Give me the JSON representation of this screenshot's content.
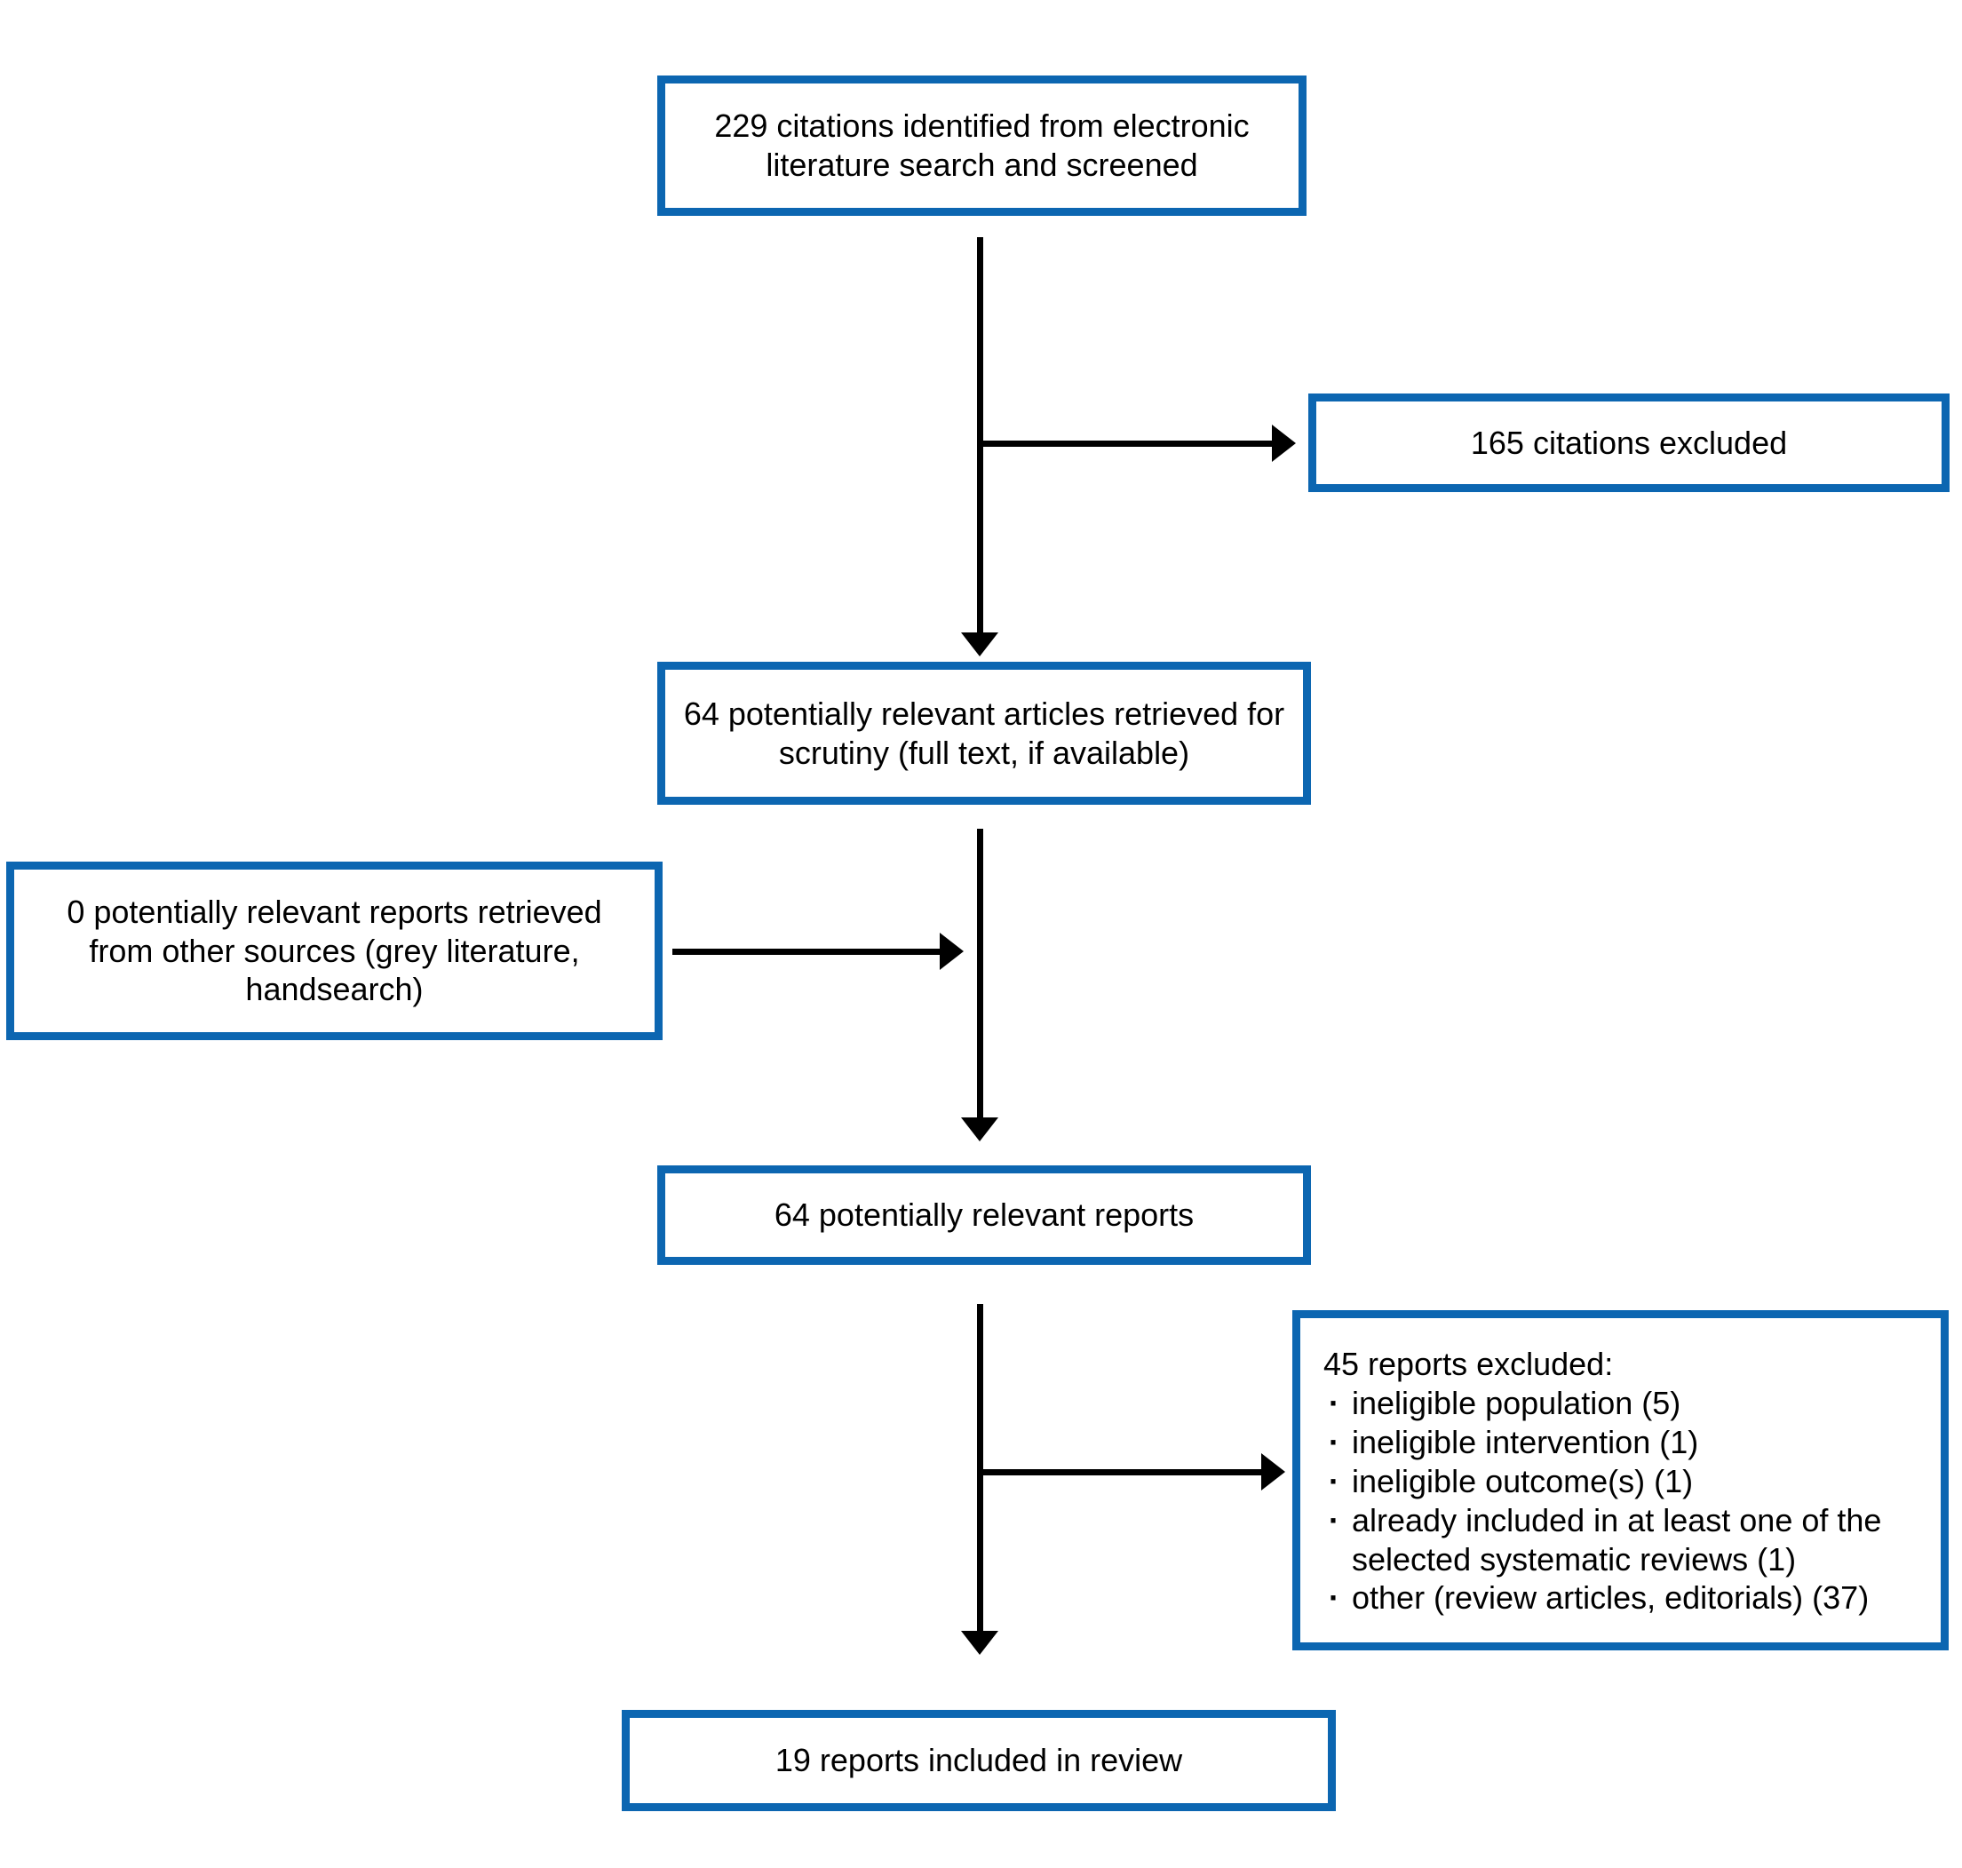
{
  "diagram": {
    "type": "flowchart",
    "accent_color": "#0c66b1",
    "line_color": "#000000",
    "boxes": {
      "identified": {
        "text": "229 citations identified from electronic literature search and screened"
      },
      "excluded1": {
        "text": "165 citations excluded"
      },
      "retrieved": {
        "text": "64 potentially relevant articles retrieved for scrutiny (full text, if available)"
      },
      "other_sources": {
        "text": "0 potentially relevant reports retrieved from other sources (grey literature, handsearch)"
      },
      "reports": {
        "text": "64 potentially relevant reports"
      },
      "excluded2": {
        "title": "45 reports excluded:",
        "items": [
          "ineligible population (5)",
          "ineligible intervention (1)",
          "ineligible outcome(s) (1)",
          "already included in at least one of the selected systematic reviews (1)",
          "other (review articles, editorials) (37)"
        ]
      },
      "included": {
        "text": "19 reports included in review"
      }
    }
  }
}
